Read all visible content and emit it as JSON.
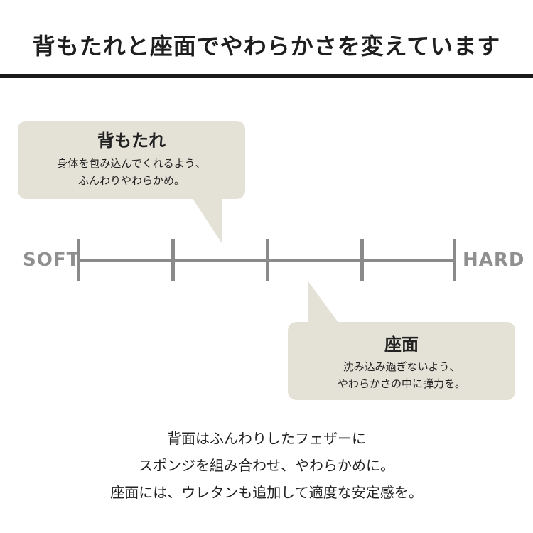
{
  "header": {
    "title": "背もたれと座面でやわらかさを変えています"
  },
  "scale": {
    "left_label": "SOFT",
    "right_label": "HARD",
    "tick_count": 5
  },
  "callouts": {
    "backrest": {
      "title": "背もたれ",
      "lines": [
        "身体を包み込んでくれるよう、",
        "ふんわりやわらかめ。"
      ]
    },
    "seat": {
      "title": "座面",
      "lines": [
        "沈み込み過ぎないよう、",
        "やわらかさの中に弾力を。"
      ]
    }
  },
  "description": {
    "lines": [
      "背面はふんわりしたフェザーに",
      "スポンジを組み合わせ、やわらかめに。",
      "座面には、ウレタンも追加して適度な安定感を。"
    ]
  },
  "colors": {
    "bubble": "#e4e2d7",
    "scale": "#8a8a8a",
    "scale_label": "#8f8f8f",
    "rule": "#1a1a1a"
  }
}
